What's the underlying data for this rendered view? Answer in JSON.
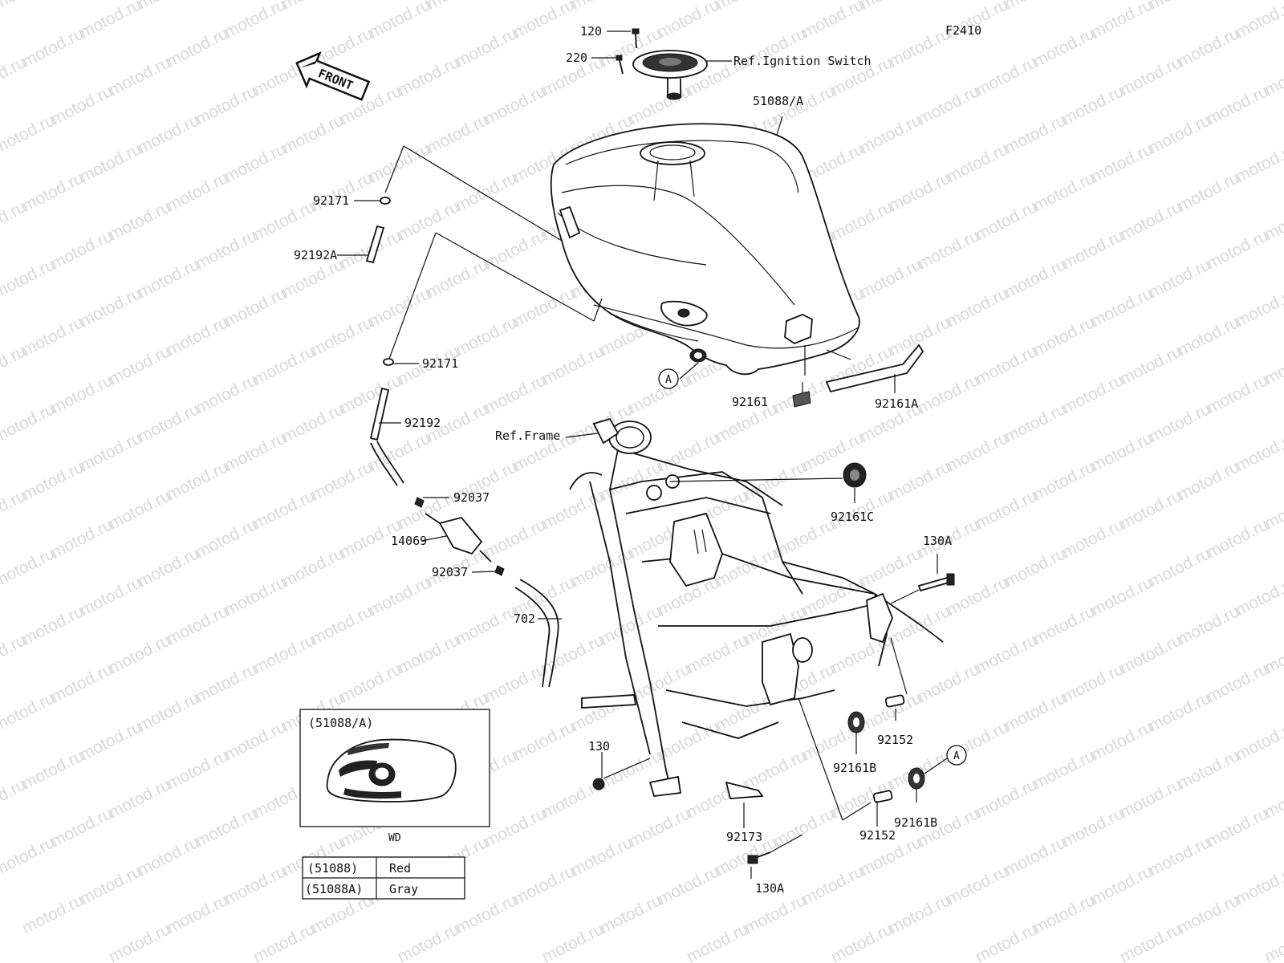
{
  "figure_id": "F2410",
  "watermark": "motod.ru",
  "front_label": "FRONT",
  "callouts": {
    "c120": "120",
    "c220": "220",
    "ignition": "Ref.Ignition Switch",
    "tank": "51088/A",
    "c92171_top": "92171",
    "c92192A": "92192A",
    "c92171_mid": "92171",
    "c92192": "92192",
    "frame": "Ref.Frame",
    "c92037_top": "92037",
    "c14069": "14069",
    "c92037_bot": "92037",
    "c702": "702",
    "c92161": "92161",
    "c92161A": "92161A",
    "c92161C": "92161C",
    "c130A_top": "130A",
    "c130": "130",
    "c92152_top": "92152",
    "c92161B_left": "92161B",
    "c92161B_right": "92161B",
    "c92152_bot": "92152",
    "c92173": "92173",
    "c130A_bot": "130A",
    "circle_a1": "A",
    "circle_a2": "A"
  },
  "inset": {
    "title": "(51088/A)",
    "caption": "WD"
  },
  "color_table": {
    "rows": [
      {
        "code": "(51088)",
        "color": "Red"
      },
      {
        "code": "(51088A)",
        "color": "Gray"
      }
    ]
  }
}
